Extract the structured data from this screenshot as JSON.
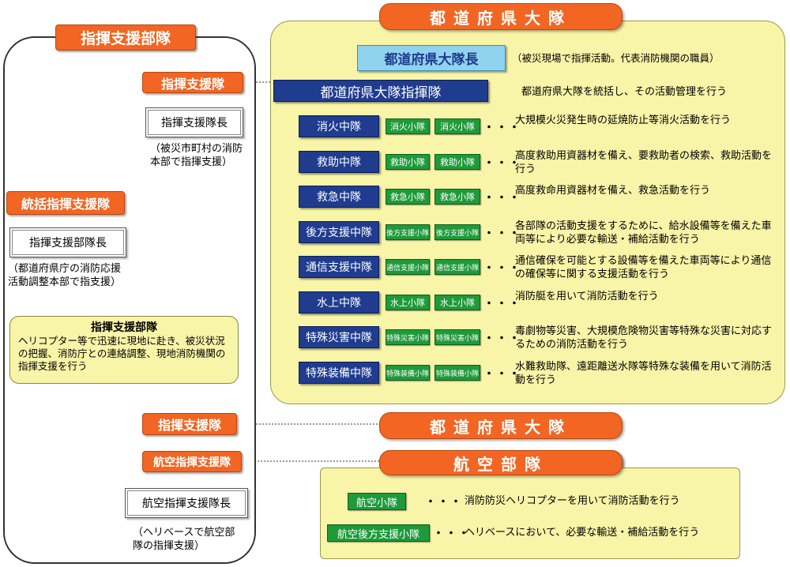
{
  "headers": {
    "prefecture_top": "都道府県大隊",
    "prefecture_bottom": "都道府県大隊",
    "aviation": "航空部隊",
    "command_support_unit": "指揮支援部隊"
  },
  "left": {
    "general_command": "統括指揮支援隊",
    "hq_leader": "指揮支援部隊長",
    "hq_leader_note": "（都道府県庁の消防応援活動調整本部で指支援）",
    "command_support_1": "指揮支援隊",
    "command_leader": "指揮支援隊長",
    "command_leader_note": "（被災市町村の消防本部で指揮支援）",
    "info_title": "指揮支援部隊",
    "info_body": "ヘリコプター等で迅速に現地に赴き、被災状況の把握、消防庁との連絡調整、現地消防機関の指揮支援を行う",
    "command_support_2": "指揮支援隊",
    "aviation_command": "航空指揮支援隊",
    "aviation_leader": "航空指揮支援隊長",
    "aviation_leader_note": "（ヘリベースで航空部隊の指揮支援）"
  },
  "prefecture": {
    "commander": "都道府県大隊長",
    "commander_note": "（被災現場で指揮活動。代表消防機関の職員）",
    "command_unit": "都道府県大隊指揮隊",
    "command_unit_desc": "都道府県大隊を統括し、その活動管理を行う",
    "dots": "・・・",
    "companies": [
      {
        "name": "消火中隊",
        "sub1": "消火小隊",
        "sub2": "消火小隊",
        "desc": "大規模火災発生時の延焼防止等消火活動を行う"
      },
      {
        "name": "救助中隊",
        "sub1": "救助小隊",
        "sub2": "救助小隊",
        "desc": "高度救助用資器材を備え、要救助者の検索、救助活動を行う"
      },
      {
        "name": "救急中隊",
        "sub1": "救急小隊",
        "sub2": "救急小隊",
        "desc": "高度救命用資器材を備え、救急活動を行う"
      },
      {
        "name": "後方支援中隊",
        "sub1": "後方支援小隊",
        "sub2": "後方支援小隊",
        "desc": "各部隊の活動支援をするために、給水設備等を備えた車両等により必要な輸送・補給活動を行う"
      },
      {
        "name": "通信支援中隊",
        "sub1": "通信支援小隊",
        "sub2": "通信支援小隊",
        "desc": "通信確保を可能とする設備等を備えた車両等により通信の確保等に関する支援活動を行う"
      },
      {
        "name": "水上中隊",
        "sub1": "水上小隊",
        "sub2": "水上小隊",
        "desc": "消防艇を用いて消防活動を行う"
      },
      {
        "name": "特殊災害中隊",
        "sub1": "特殊災害小隊",
        "sub2": "特殊災害小隊",
        "desc": "毒劇物等災害、大規模危険物災害等特殊な災害に対応するための消防活動を行う"
      },
      {
        "name": "特殊装備中隊",
        "sub1": "特殊装備小隊",
        "sub2": "特殊装備小隊",
        "desc": "水難救助隊、遠距離送水隊等特殊な装備を用いて消防活動を行う"
      }
    ]
  },
  "aviation": {
    "units": [
      {
        "name": "航空小隊",
        "dots": "・・・",
        "desc": "消防防災ヘリコプターを用いて消防活動を行う"
      },
      {
        "name": "航空後方支援小隊",
        "dots": "・・・",
        "desc": "ヘリベースにおいて、必要な輸送・補給活動を行う"
      }
    ]
  },
  "colors": {
    "orange": "#f26522",
    "navy": "#1f3c8f",
    "green": "#1f9a3a",
    "yellow_panel": "#f8f4a8",
    "light_blue": "#8fd3ef"
  }
}
